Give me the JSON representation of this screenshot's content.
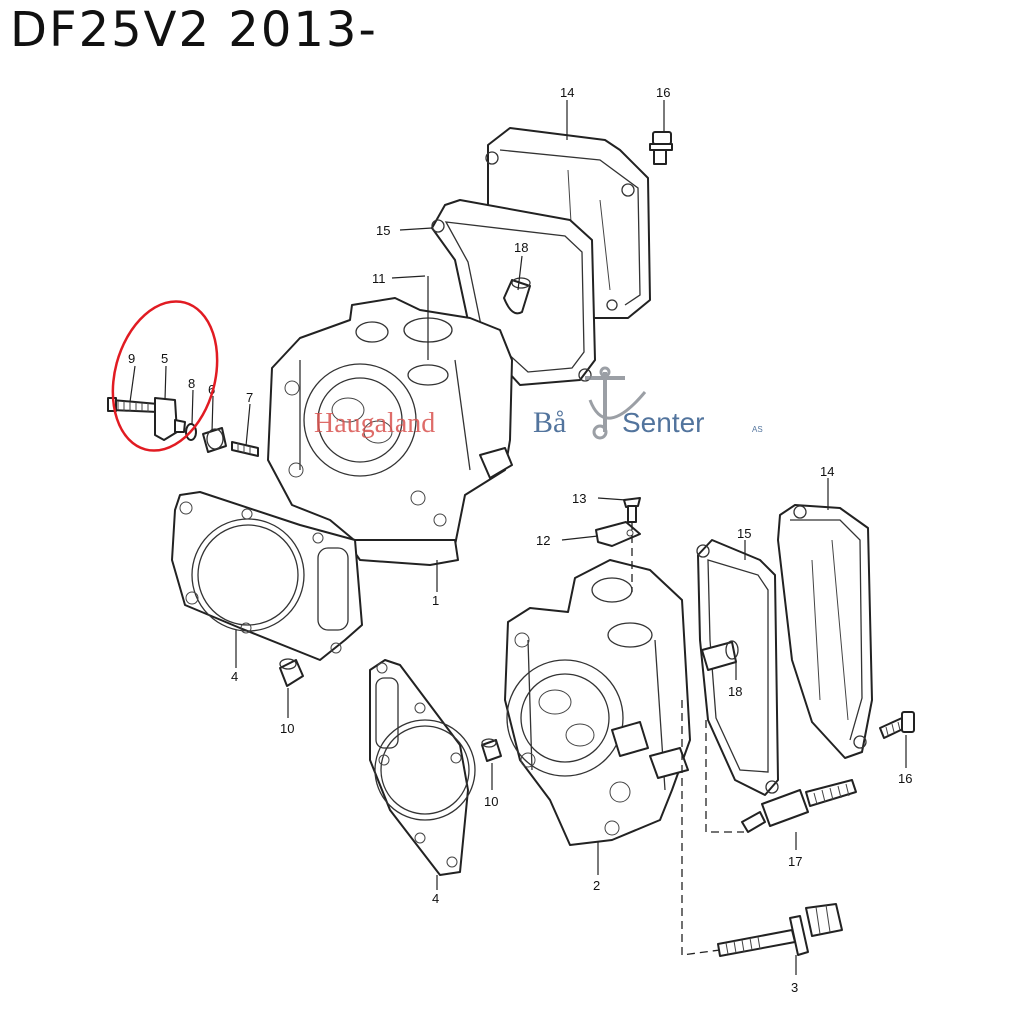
{
  "title": "DF25V2 2013-",
  "watermark": {
    "text_1": "Haugaland",
    "text_2": "Bå",
    "text_3": "Senter",
    "suffix": "AS",
    "colors": {
      "red": "#d9534f",
      "blue": "#355c8c",
      "grey": "#8a8f96"
    }
  },
  "callouts": {
    "c1": "1",
    "c2": "2",
    "c3": "3",
    "c4a": "4",
    "c4b": "4",
    "c5": "5",
    "c6": "6",
    "c7": "7",
    "c8": "8",
    "c9": "9",
    "c10a": "10",
    "c10b": "10",
    "c11": "11",
    "c12": "12",
    "c13": "13",
    "c14a": "14",
    "c14b": "14",
    "c15a": "15",
    "c15b": "15",
    "c16a": "16",
    "c16b": "16",
    "c17": "17",
    "c18a": "18",
    "c18b": "18"
  },
  "highlight": {
    "color": "#e11b22",
    "items": [
      "9",
      "5",
      "8"
    ]
  }
}
